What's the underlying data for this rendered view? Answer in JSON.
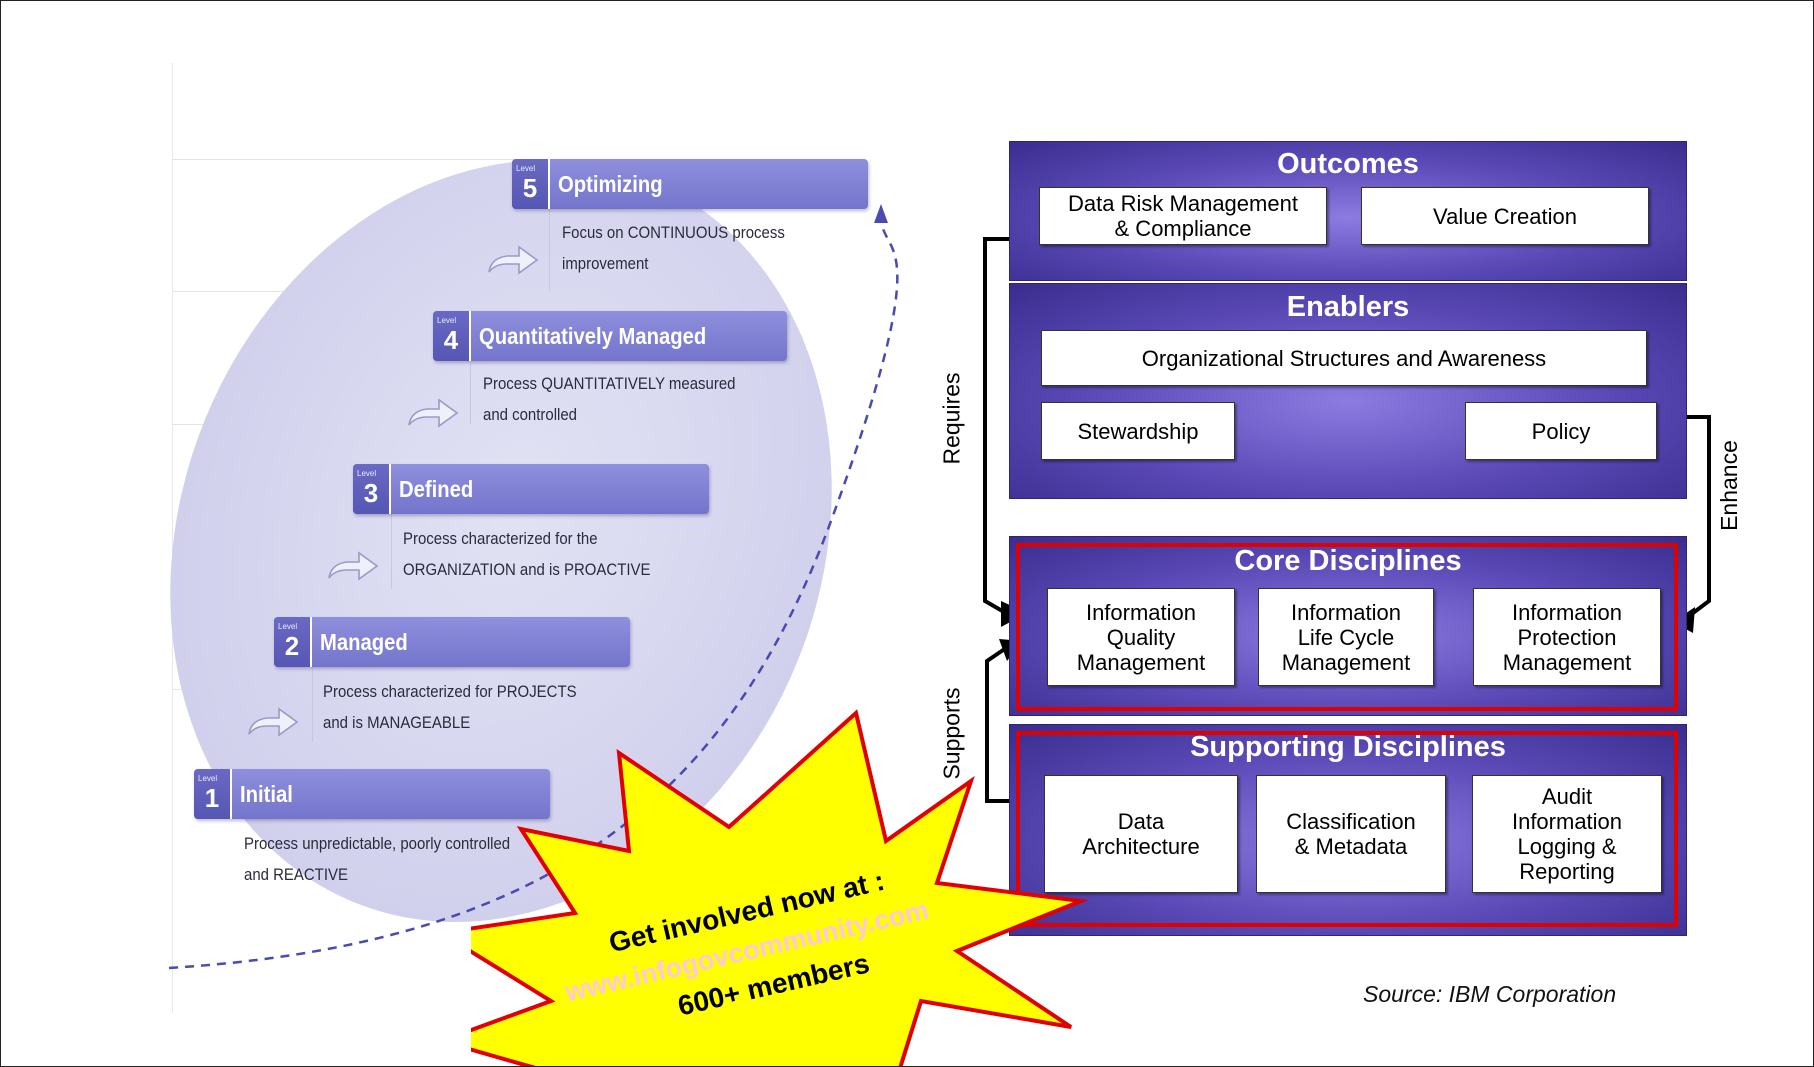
{
  "levels": [
    {
      "level_word": "Level",
      "number": "5",
      "title": "Optimizing",
      "description": [
        "Focus on CONTINUOUS process",
        "improvement"
      ]
    },
    {
      "level_word": "Level",
      "number": "4",
      "title": "Quantitatively Managed",
      "description": [
        "Process QUANTITATIVELY measured",
        "and controlled"
      ]
    },
    {
      "level_word": "Level",
      "number": "3",
      "title": "Defined",
      "description": [
        "Process characterized for the",
        "ORGANIZATION and is PROACTIVE"
      ]
    },
    {
      "level_word": "Level",
      "number": "2",
      "title": "Managed",
      "description": [
        "Process characterized for PROJECTS",
        "and is MANAGEABLE"
      ]
    },
    {
      "level_word": "Level",
      "number": "1",
      "title": "Initial",
      "description": [
        "Process unpredictable, poorly controlled",
        "and REACTIVE"
      ]
    }
  ],
  "framework": {
    "outcomes": {
      "title": "Outcomes",
      "items": [
        "Data Risk Management\n& Compliance",
        "Value Creation"
      ]
    },
    "enablers": {
      "title": "Enablers",
      "items": [
        "Organizational Structures and Awareness",
        "Stewardship",
        "Policy"
      ]
    },
    "core": {
      "title": "Core Disciplines",
      "items": [
        "Information\nQuality\nManagement",
        "Information\nLife Cycle\nManagement",
        "Information\nProtection\nManagement"
      ]
    },
    "supporting": {
      "title": "Supporting Disciplines",
      "items": [
        "Data\nArchitecture",
        "Classification\n& Metadata",
        "Audit\nInformation\nLogging &\nReporting"
      ]
    },
    "relations": {
      "requires": "Requires",
      "enhance": "Enhance",
      "supports": "Supports"
    },
    "source": "Source: IBM Corporation"
  },
  "callout": {
    "line1": "Get involved now at :",
    "watermark": "www.infogovcommunity.com",
    "line2": "600+ members",
    "fill_color": "#ffff00",
    "stroke_color": "#e00000"
  },
  "colors": {
    "level_bar": "#7b7bd0",
    "panel": "#5a49b6",
    "highlight": "#e10000"
  }
}
